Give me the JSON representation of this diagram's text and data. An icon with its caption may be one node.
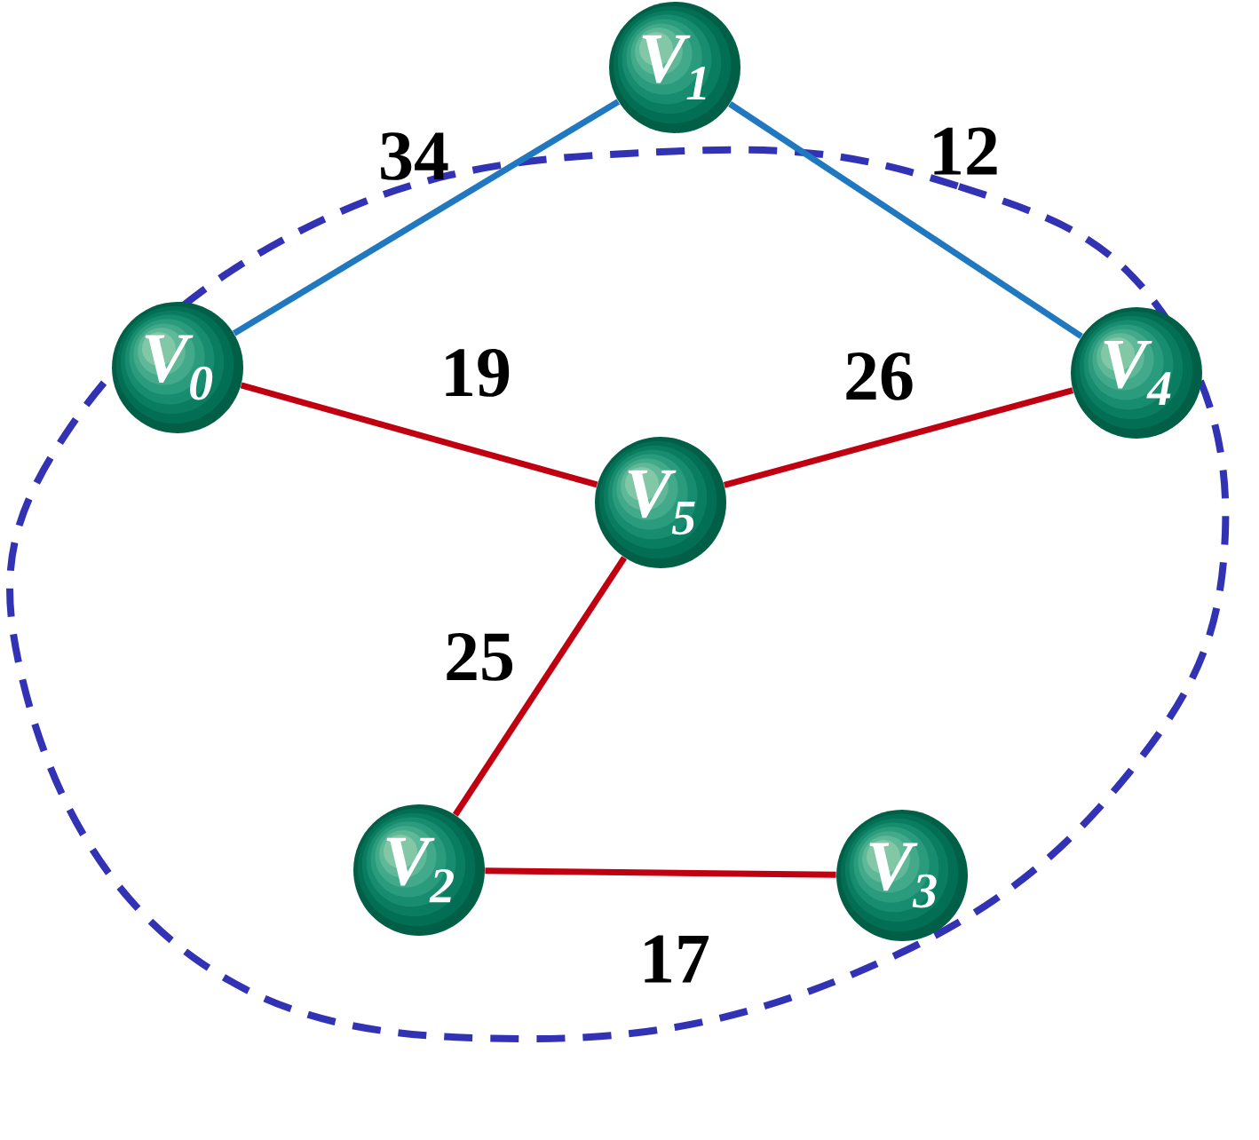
{
  "diagram": {
    "nodes": [
      {
        "text": [
          "V$_{0}$"
        ]
      },
      {
        "text": [
          "V$_{1}$"
        ]
      },
      {
        "text": [
          "V$_{4}$"
        ]
      },
      {
        "text": [
          "V$_{5}$"
        ]
      },
      {
        "text": [
          "V$_{2}$"
        ]
      },
      {
        "text": [
          "V$_{3}$"
        ]
      }
    ],
    "edges": [
      {
        "from": 0,
        "to": 1,
        "arrow": "none",
        "label": "34",
        "color": "#1f78c0"
      },
      {
        "from": 1,
        "to": 2,
        "arrow": "none",
        "label": "12",
        "color": "#1f78c0"
      },
      {
        "from": 0,
        "to": 3,
        "arrow": "none",
        "label": "19"
      },
      {
        "from": 3,
        "to": 2,
        "arrow": "none",
        "label": "26"
      },
      {
        "from": 3,
        "to": 4,
        "arrow": "none",
        "label": "25"
      },
      {
        "from": 4,
        "to": 5,
        "arrow": "none",
        "label": "17"
      }
    ]
  }
}
